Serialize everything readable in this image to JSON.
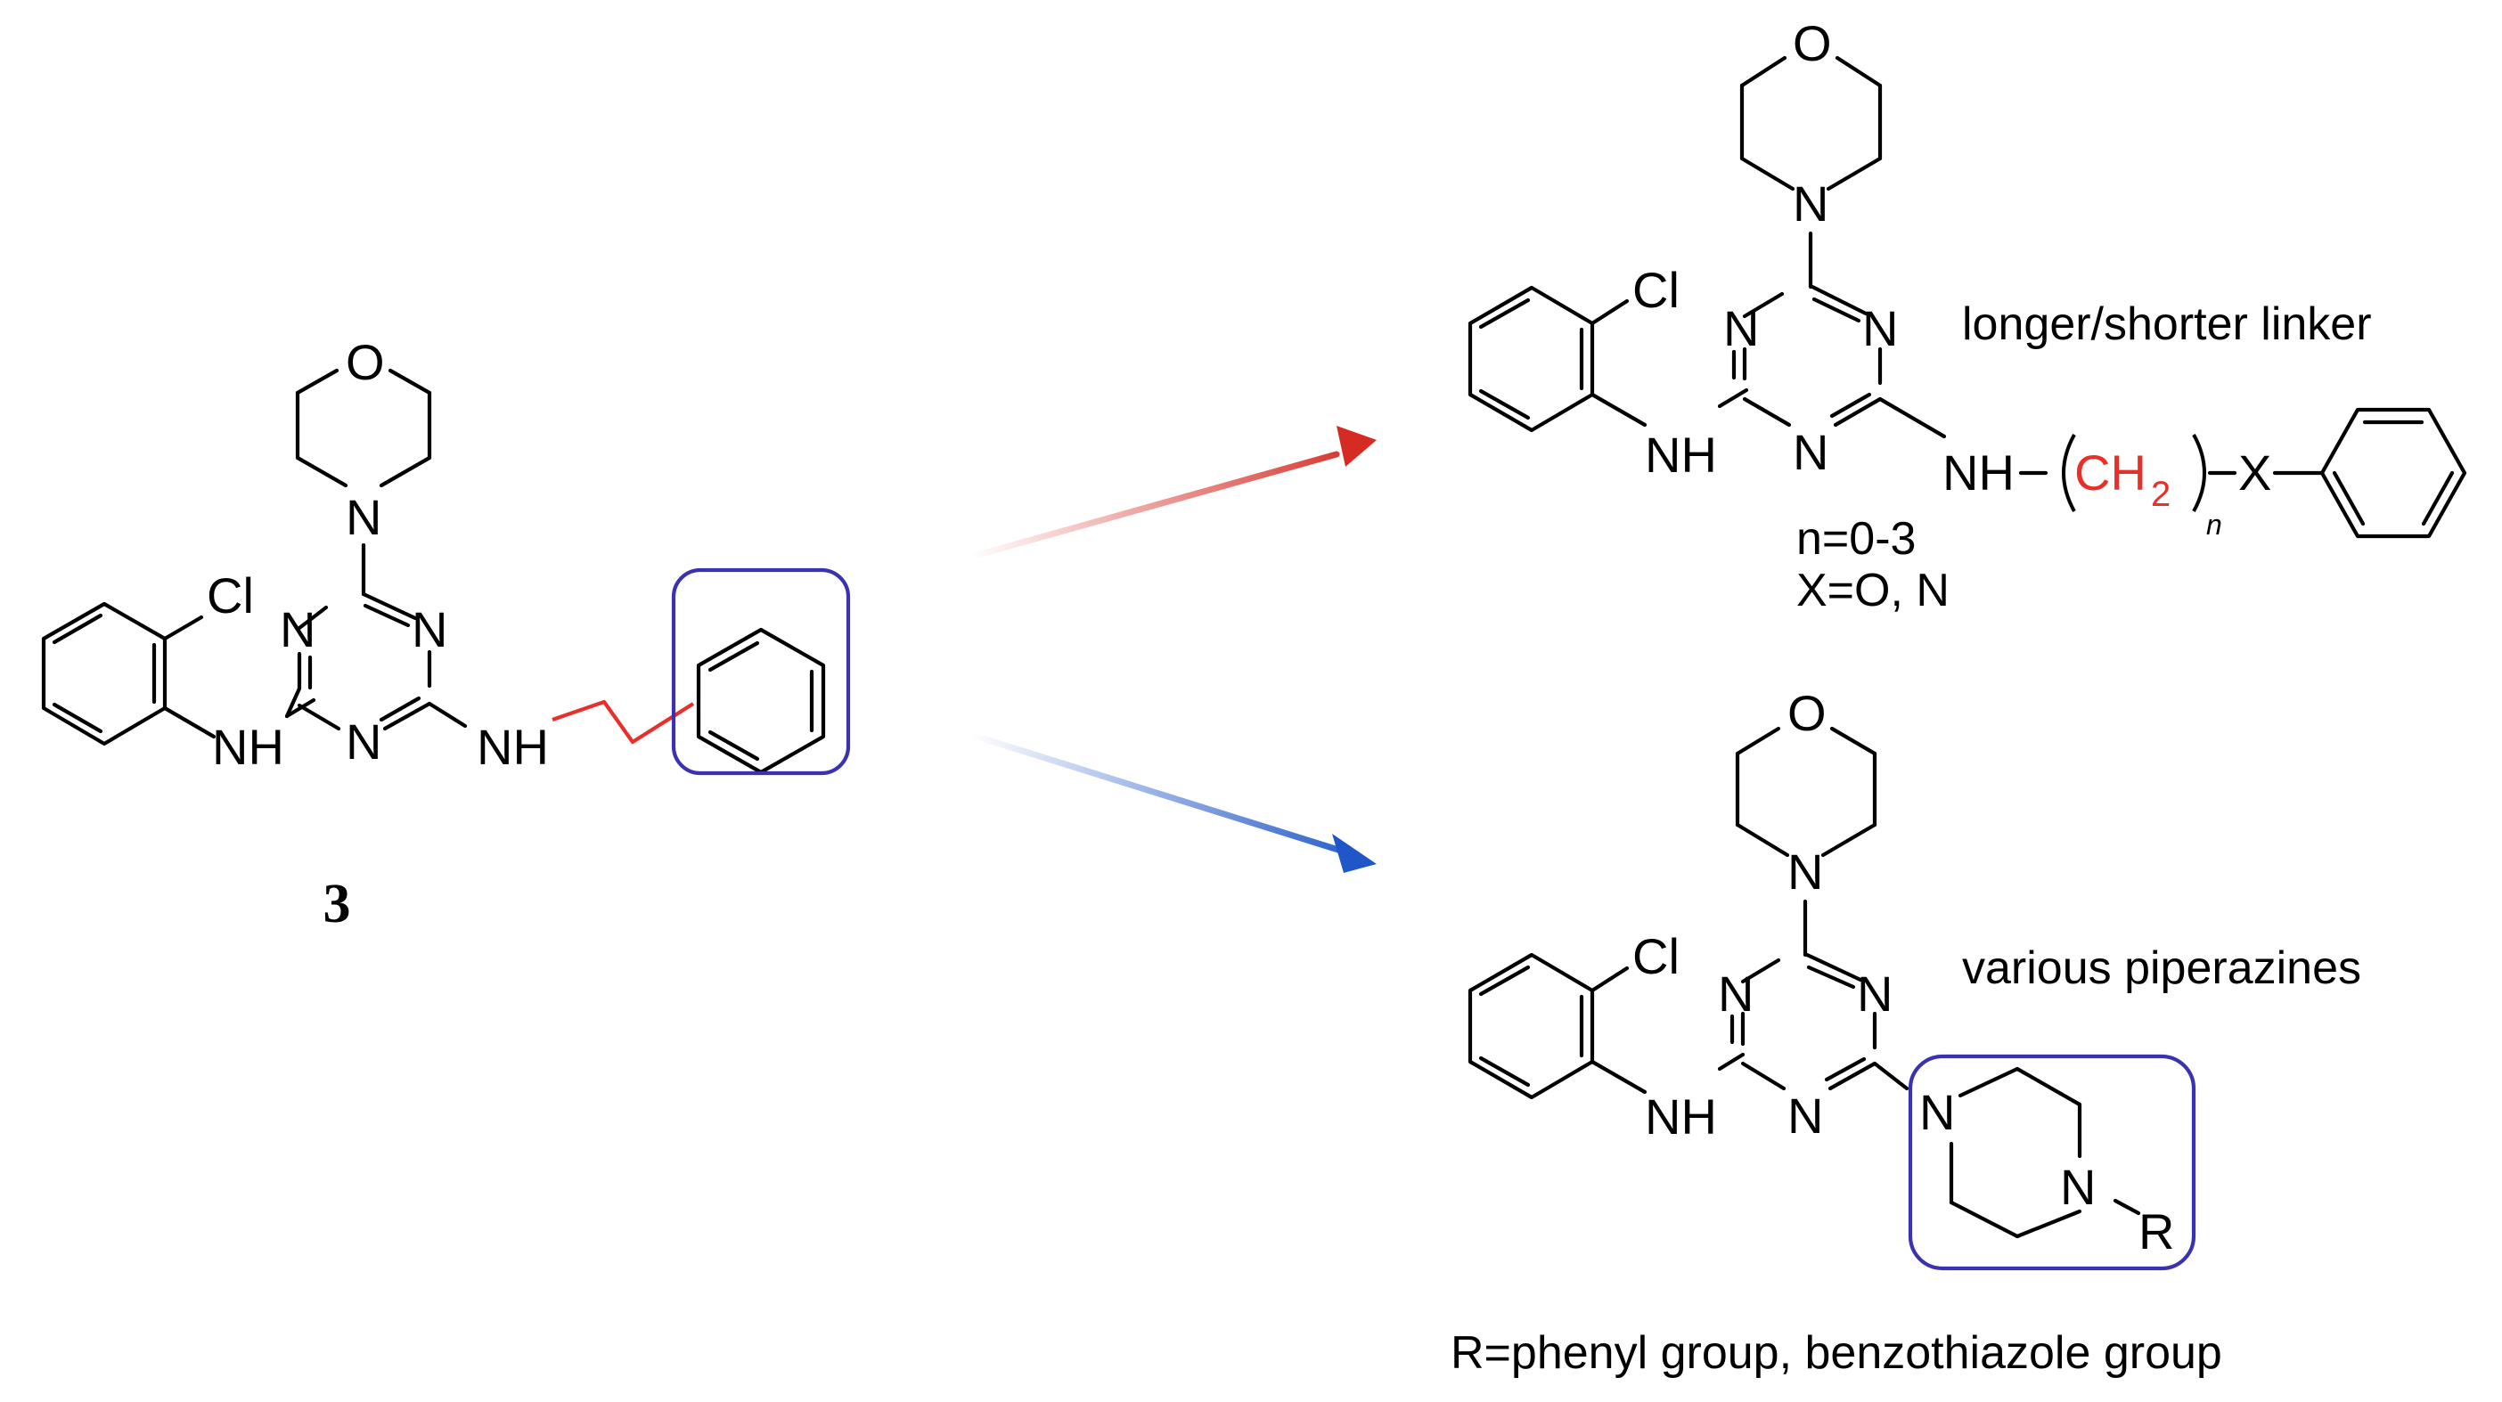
{
  "compound": {
    "label": "3"
  },
  "colors": {
    "highlight_box": "#3a32b0",
    "linker_red": "#e8302a",
    "arrow_red": "#d62b23",
    "arrow_blue": "#1f57c8",
    "bond": "#000000"
  },
  "atoms": {
    "O": "O",
    "N": "N",
    "Cl": "Cl",
    "NH": "NH",
    "X": "X",
    "CH": "CH",
    "sub2": "2",
    "n": "n",
    "R": "R"
  },
  "annotations": {
    "linker": "longer/shorter linker",
    "n_range": "n=0-3",
    "x_def": "X=O, N",
    "piperazine": "various piperazines",
    "r_def": "R=phenyl group, benzothiazole group"
  }
}
